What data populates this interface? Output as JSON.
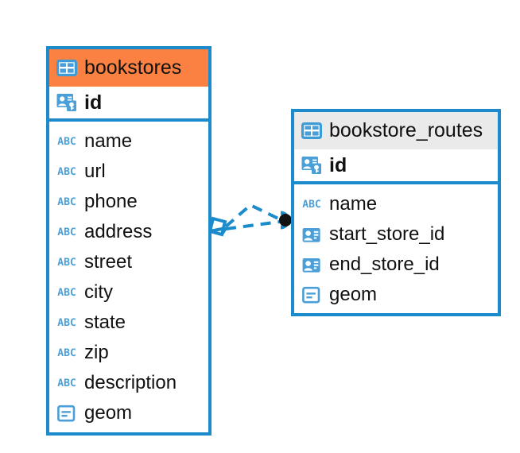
{
  "diagram": {
    "type": "entity-relationship-diagram",
    "background_color": "#ffffff",
    "accent_blue": "#1b8bcc",
    "highlight_orange": "#fa8142",
    "header_gray": "#eaeaea",
    "icon_blue": "#4a9fd8"
  },
  "entities": [
    {
      "name": "bookstores",
      "header_label": "bookstores",
      "header_icon": "table-icon",
      "header_color": "#fa8142",
      "primary_key": {
        "label": "id",
        "icon": "primary-key-icon"
      },
      "fields": [
        {
          "label": "name",
          "icon": "text-abc-icon"
        },
        {
          "label": "url",
          "icon": "text-abc-icon"
        },
        {
          "label": "phone",
          "icon": "text-abc-icon"
        },
        {
          "label": "address",
          "icon": "text-abc-icon"
        },
        {
          "label": "street",
          "icon": "text-abc-icon"
        },
        {
          "label": "city",
          "icon": "text-abc-icon"
        },
        {
          "label": "state",
          "icon": "text-abc-icon"
        },
        {
          "label": "zip",
          "icon": "text-abc-icon"
        },
        {
          "label": "description",
          "icon": "text-abc-icon"
        },
        {
          "label": "geom",
          "icon": "geometry-icon"
        }
      ]
    },
    {
      "name": "bookstore_routes",
      "header_label": "bookstore_routes",
      "header_icon": "table-icon",
      "header_color": "#eaeaea",
      "primary_key": {
        "label": "id",
        "icon": "primary-key-icon"
      },
      "fields": [
        {
          "label": "name",
          "icon": "text-abc-icon"
        },
        {
          "label": "start_store_id",
          "icon": "foreign-key-icon"
        },
        {
          "label": "end_store_id",
          "icon": "foreign-key-icon"
        },
        {
          "label": "geom",
          "icon": "geometry-icon"
        }
      ]
    }
  ],
  "relationship": {
    "style": "dashed",
    "color": "#1b8bcc",
    "left_endpoint": "crows-foot-diamond",
    "right_endpoint": "filled-circle",
    "label": ""
  },
  "icon_glyphs": {
    "text_abc": "ABC"
  }
}
